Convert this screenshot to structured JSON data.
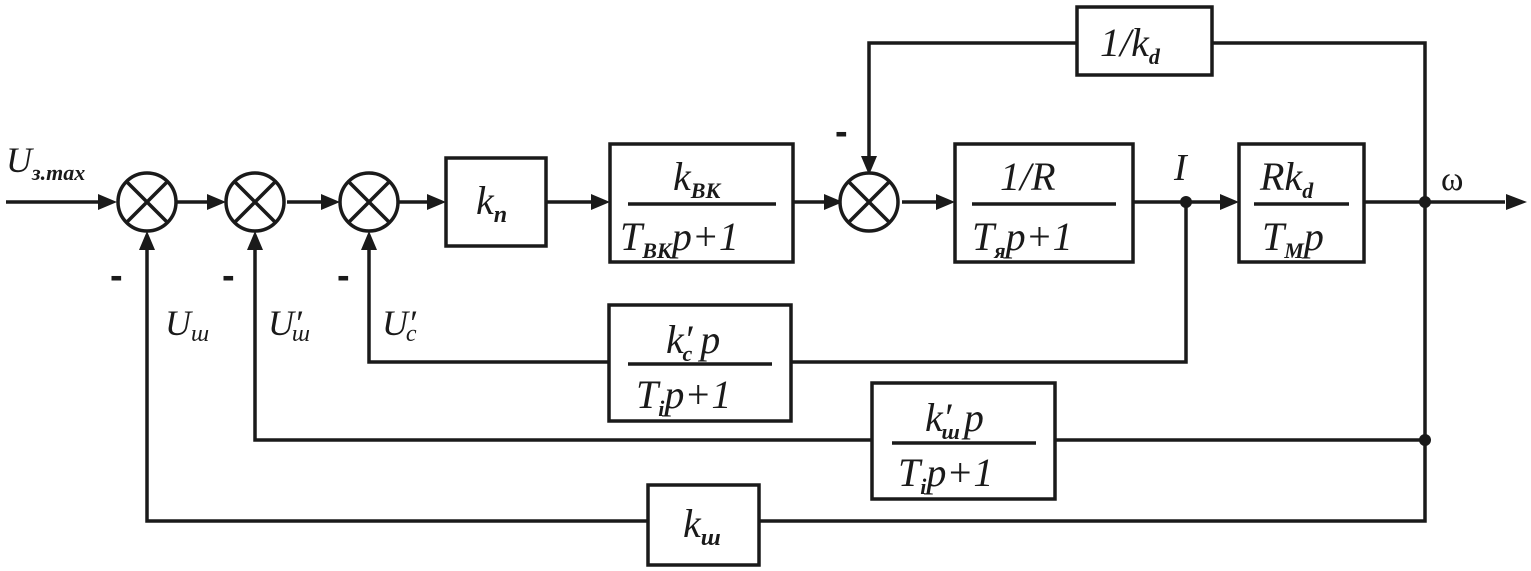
{
  "input_signal": {
    "main": "U",
    "sub": "з.max"
  },
  "output_signal": "ω",
  "current_signal": "I",
  "feedback_labels": {
    "u_sh": {
      "main": "U",
      "sub": "ш"
    },
    "u_sh_prime": {
      "main": "U",
      "prime": "′",
      "sub": "ш"
    },
    "u_c_prime": {
      "main": "U",
      "prime": "′",
      "sub": "c"
    }
  },
  "minus_sign": "-",
  "blocks": {
    "k_p": {
      "main": "k",
      "sub": "п"
    },
    "converter": {
      "num_main": "k",
      "num_sub": "ВК",
      "den_main": "T",
      "den_sub": "ВК",
      "den_tail": "p+1"
    },
    "armature": {
      "num": "1/R",
      "den_main": "T",
      "den_sub": "я",
      "den_tail": "p+1"
    },
    "mechanical": {
      "num_main": "Rk",
      "num_sub": "d",
      "den_main": "T",
      "den_sub": "M",
      "den_tail": "p"
    },
    "speed_fb": {
      "main": "1/k",
      "sub": "d"
    },
    "current_fb": {
      "num_main": "k",
      "num_prime": "′",
      "num_sub": "c",
      "num_tail": "p",
      "den_main": "T",
      "den_sub": "i",
      "den_tail": "p+1"
    },
    "derivative_fb": {
      "num_main": "k",
      "num_prime": "′",
      "num_sub": "ш",
      "num_tail": "p",
      "den_main": "T",
      "den_sub": "i",
      "den_tail": "p+1"
    },
    "k_sh": {
      "main": "k",
      "sub": "ш"
    }
  }
}
